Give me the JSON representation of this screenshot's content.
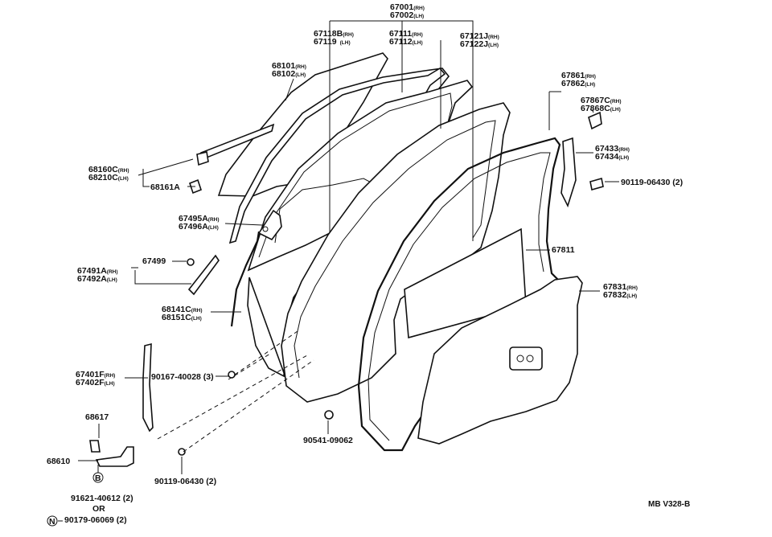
{
  "diagram_code": "MB V328-B",
  "callouts": {
    "door_rh": "67001",
    "door_rh_side": "(RH)",
    "door_lh": "67002",
    "door_lh_side": "(LH)",
    "run_rh": "67118B",
    "run_rh_side": "(RH)",
    "run_lh": "67119",
    "run_lh_side": "(LH)",
    "frame_rh": "67111",
    "frame_rh_side": "(RH)",
    "frame_lh": "67112",
    "frame_lh_side": "(LH)",
    "weather_rh": "67121J",
    "weather_rh_side": "(RH)",
    "weather_lh": "67122J",
    "weather_lh_side": "(LH)",
    "glass_rh": "68101",
    "glass_rh_side": "(RH)",
    "glass_lh": "68102",
    "glass_lh_side": "(LH)",
    "belt_rh": "68160C",
    "belt_rh_side": "(RH)",
    "belt_lh": "68210C",
    "belt_lh_side": "(LH)",
    "clip": "68161A",
    "cover_rh": "67495A",
    "cover_rh_side": "(RH)",
    "cover_lh": "67496A",
    "cover_lh_side": "(LH)",
    "screw": "67499",
    "trim_rh": "67491A",
    "trim_rh_side": "(RH)",
    "trim_lh": "67492A",
    "trim_lh_side": "(LH)",
    "channel_rh": "68141C",
    "channel_rh_side": "(RH)",
    "channel_lh": "68151C",
    "channel_lh_side": "(LH)",
    "seal_rh": "67861",
    "seal_rh_side": "(RH)",
    "seal_lh": "67862",
    "seal_lh_side": "(LH)",
    "holder_rh": "67867C",
    "holder_rh_side": "(RH)",
    "holder_lh": "67868C",
    "holder_lh_side": "(LH)",
    "strip_rh": "67433",
    "strip_rh_side": "(RH)",
    "strip_lh": "67434",
    "strip_lh_side": "(LH)",
    "bolt_top": "90119-06430 (2)",
    "sheet": "67811",
    "board_rh": "67831",
    "board_rh_side": "(RH)",
    "board_lh": "67832",
    "board_lh_side": "(LH)",
    "pillar_rh": "67401F",
    "pillar_rh_side": "(RH)",
    "pillar_lh": "67402F",
    "pillar_lh_side": "(LH)",
    "screw_mid": "90167-40028 (3)",
    "stopper": "68617",
    "check": "68610",
    "bolt_bottom": "90119-06430 (2)",
    "clip_bottom": "90541-09062",
    "bolt_b": "91621-40612 (2)",
    "or": "OR",
    "bolt_n": "90179-06069 (2)",
    "marker_b": "B",
    "marker_n": "N"
  }
}
